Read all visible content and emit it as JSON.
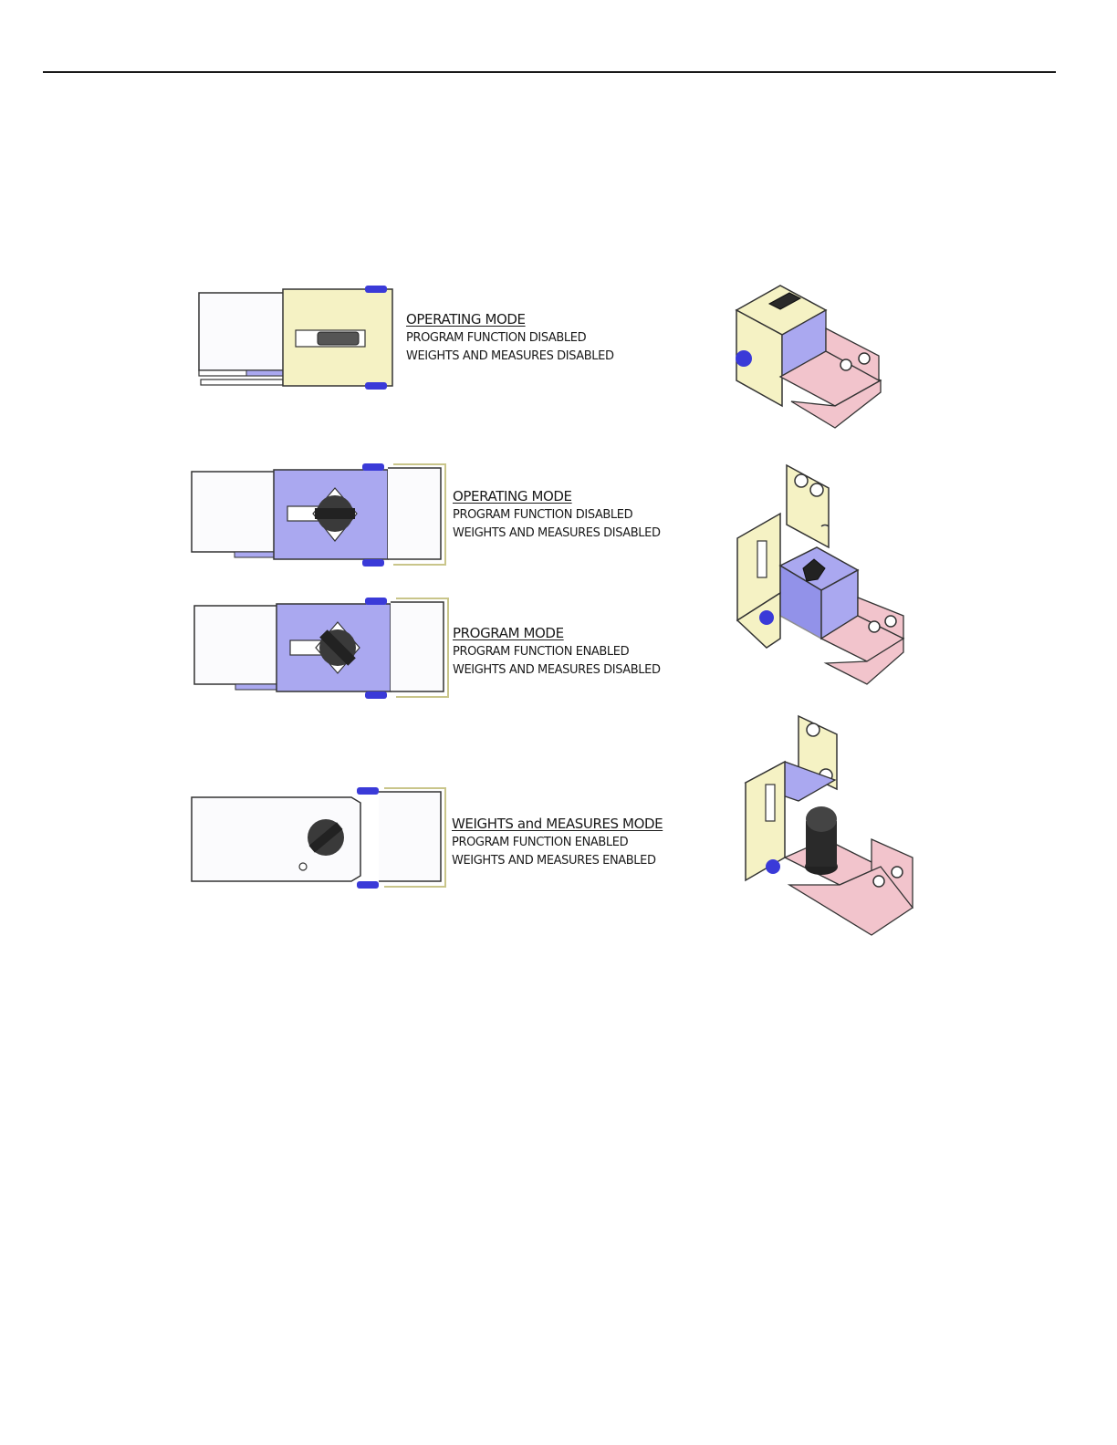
{
  "states": [
    {
      "title": "OPERATING MODE",
      "lines": [
        "PROGRAM FUNCTION DISABLED",
        "WEIGHTS AND MEASURES DISABLED"
      ]
    },
    {
      "title": "OPERATING MODE",
      "lines": [
        "PROGRAM FUNCTION DISABLED",
        "WEIGHTS AND MEASURES DISABLED"
      ]
    },
    {
      "title": "PROGRAM MODE",
      "lines": [
        "PROGRAM FUNCTION ENABLED",
        "WEIGHTS AND MEASURES DISABLED"
      ]
    },
    {
      "title": "WEIGHTS and MEASURES MODE",
      "lines": [
        "PROGRAM FUNCTION ENABLED",
        "WEIGHTS AND MEASURES ENABLED"
      ]
    }
  ],
  "colors": {
    "yellow_part": "#f5f2c4",
    "blue_part": "#aaa8f0",
    "blue_dark": "#3a3ad8",
    "pink_part": "#f2c4cc",
    "knob": "#3a3a3a",
    "outline": "#333333"
  }
}
